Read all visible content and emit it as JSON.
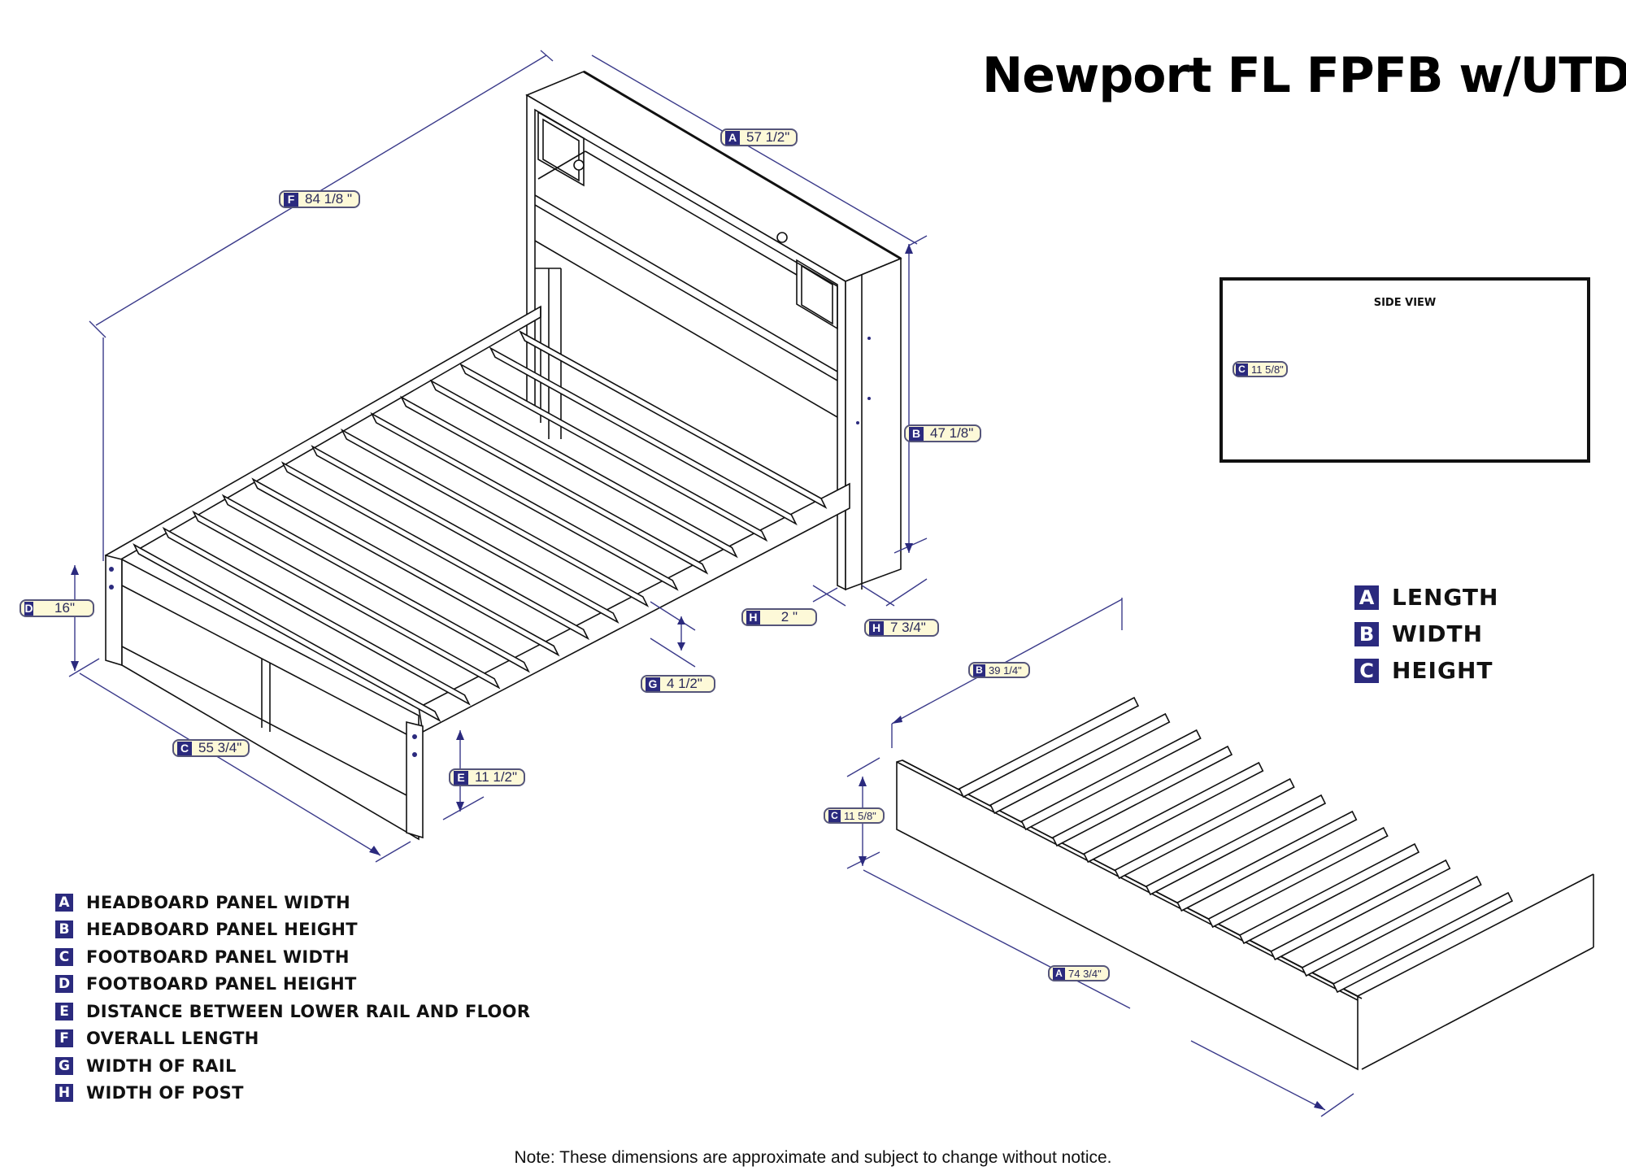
{
  "title": "Newport FL FPFB w/UTDL",
  "colors": {
    "badge": "#2b2a7e",
    "callout_fill": "#fdf9d8",
    "dimension_line": "#3a3a8a",
    "ink": "#111111"
  },
  "bed_dimensions": [
    {
      "letter": "A",
      "value": "57 1/2\""
    },
    {
      "letter": "F",
      "value": "84 1/8 \""
    },
    {
      "letter": "B",
      "value": "47 1/8\""
    },
    {
      "letter": "D",
      "value": "16\""
    },
    {
      "letter": "H",
      "value": "2 \""
    },
    {
      "letter": "H",
      "value": "7 3/4\""
    },
    {
      "letter": "G",
      "value": "4 1/2\""
    },
    {
      "letter": "C",
      "value": "55 3/4\""
    },
    {
      "letter": "E",
      "value": "11 1/2\""
    }
  ],
  "trundle_dimensions": [
    {
      "letter": "B",
      "value": "39 1/4\""
    },
    {
      "letter": "C",
      "value": "11 5/8\""
    },
    {
      "letter": "A",
      "value": "74 3/4\""
    }
  ],
  "side_view": {
    "title": "SIDE VIEW",
    "dimension": {
      "letter": "C",
      "value": "11 5/8\""
    }
  },
  "trundle_key": [
    {
      "letter": "A",
      "label": "LENGTH"
    },
    {
      "letter": "B",
      "label": "WIDTH"
    },
    {
      "letter": "C",
      "label": "HEIGHT"
    }
  ],
  "bed_legend": [
    {
      "letter": "A",
      "label": "HEADBOARD PANEL WIDTH"
    },
    {
      "letter": "B",
      "label": "HEADBOARD PANEL HEIGHT"
    },
    {
      "letter": "C",
      "label": "FOOTBOARD PANEL WIDTH"
    },
    {
      "letter": "D",
      "label": "FOOTBOARD PANEL HEIGHT"
    },
    {
      "letter": "E",
      "label": "DISTANCE BETWEEN LOWER RAIL AND FLOOR"
    },
    {
      "letter": "F",
      "label": "OVERALL LENGTH"
    },
    {
      "letter": "G",
      "label": "WIDTH OF RAIL"
    },
    {
      "letter": "H",
      "label": "WIDTH OF POST"
    }
  ],
  "note": "Note:  These dimensions are approximate and subject to change without notice."
}
